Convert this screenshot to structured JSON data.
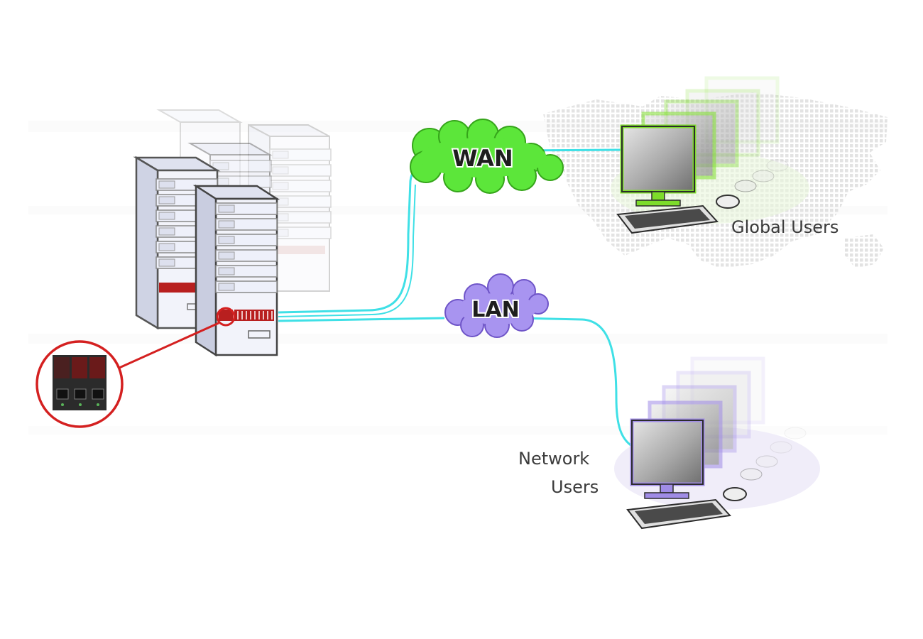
{
  "wan": {
    "label": "WAN",
    "color": "#5ce63a"
  },
  "lan": {
    "label": "LAN",
    "color": "#a894f0"
  },
  "global_users": {
    "label": "Global Users",
    "accent": "#7ddc2b"
  },
  "network_users": {
    "line1": "Network",
    "line2": "Users",
    "accent": "#a08ce6"
  },
  "link_color": "#3fe0e6",
  "callout_color": "#d42020",
  "icons": [
    "server-rack-icon",
    "cloud-icon",
    "monitor-icon",
    "keyboard-icon",
    "world-map-icon",
    "network-ports-icon"
  ]
}
